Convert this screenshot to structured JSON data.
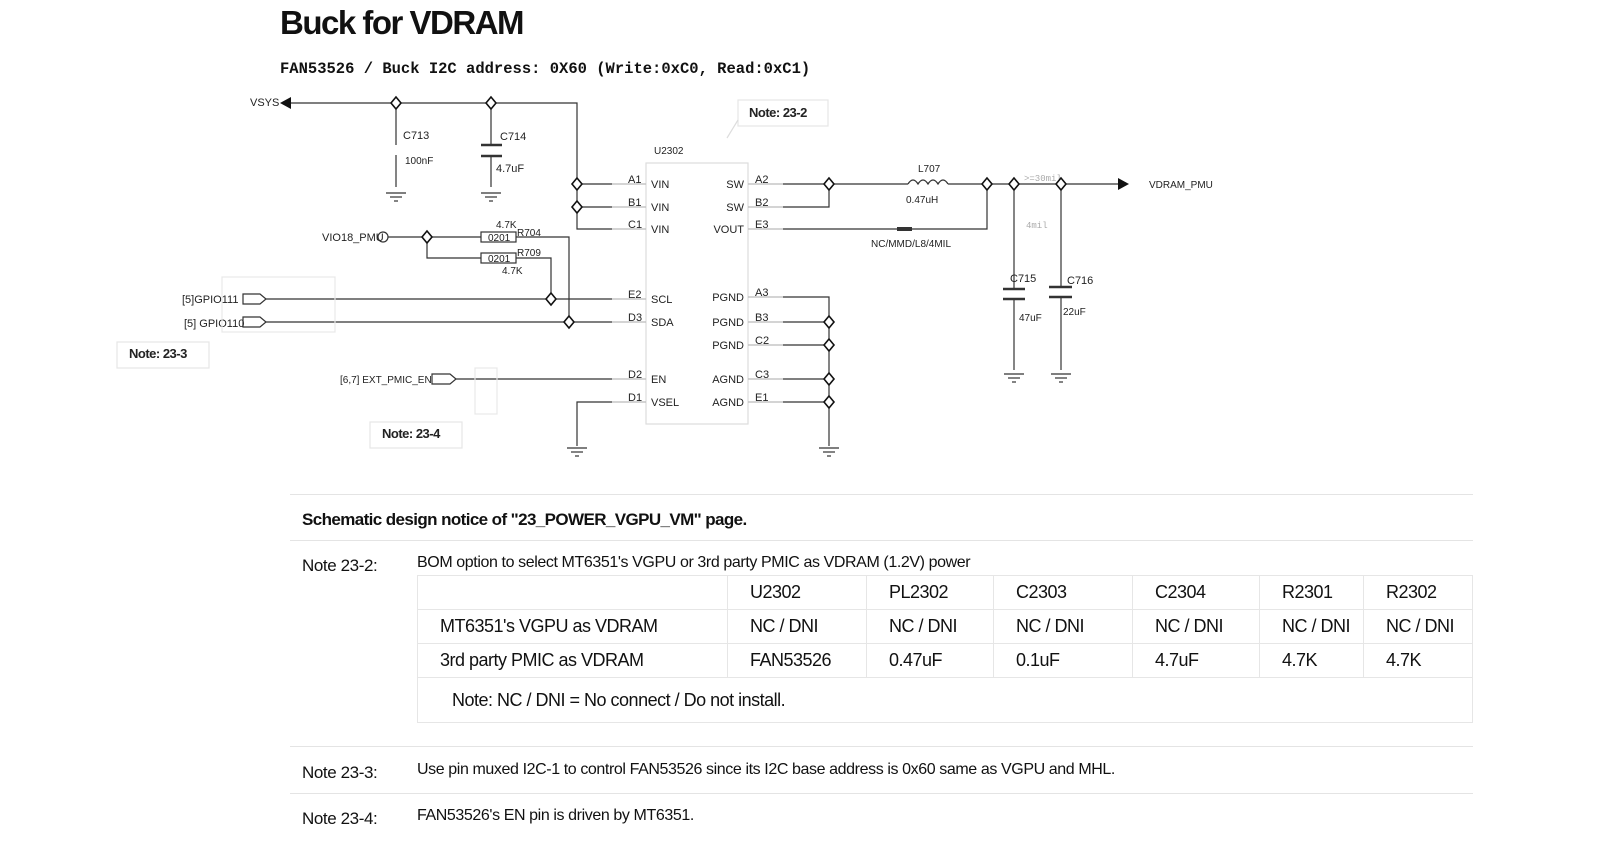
{
  "title": "Buck for VDRAM",
  "subtitle": "FAN53526 / Buck I2C address: 0X60 (Write:0xC0, Read:0xC1)",
  "schematic": {
    "nets": {
      "vsys": "VSYS",
      "vio18": "VIO18_PMU",
      "gpio111": "[5]GPIO111",
      "gpio110": "[5] GPIO110",
      "ext_pmic_en": "[6,7] EXT_PMIC_EN",
      "vdram": "VDRAM_PMU"
    },
    "c713": {
      "ref": "C713",
      "value": "100nF"
    },
    "c714": {
      "ref": "C714",
      "value": "4.7uF"
    },
    "r704": {
      "ref": "R704",
      "value": "4.7K",
      "pkg": "0201"
    },
    "r709": {
      "ref": "R709",
      "value": "4.7K",
      "pkg": "0201"
    },
    "ic": {
      "ref": "U2302",
      "left_pins": [
        {
          "num": "A1",
          "name": "VIN"
        },
        {
          "num": "B1",
          "name": "VIN"
        },
        {
          "num": "C1",
          "name": "VIN"
        },
        {
          "num": "E2",
          "name": "SCL"
        },
        {
          "num": "D3",
          "name": "SDA"
        },
        {
          "num": "D2",
          "name": "EN"
        },
        {
          "num": "D1",
          "name": "VSEL"
        }
      ],
      "right_pins": [
        {
          "num": "A2",
          "name": "SW"
        },
        {
          "num": "B2",
          "name": "SW"
        },
        {
          "num": "E3",
          "name": "VOUT"
        },
        {
          "num": "A3",
          "name": "PGND"
        },
        {
          "num": "B3",
          "name": "PGND"
        },
        {
          "num": "C2",
          "name": "PGND"
        },
        {
          "num": "C3",
          "name": "AGND"
        },
        {
          "num": "E1",
          "name": "AGND"
        }
      ]
    },
    "l707": {
      "ref": "L707",
      "value": "0.47uH"
    },
    "nc_trace": "NC/MMD/L8/4MIL",
    "trace_width": ">=30mil",
    "trace_4mil": "4mil",
    "c715": {
      "ref": "C715",
      "value": "47uF"
    },
    "c716": {
      "ref": "C716",
      "value": "22uF"
    },
    "note_tags": [
      "Note: 23-2",
      "Note: 23-3",
      "Note: 23-4"
    ]
  },
  "notice": {
    "heading": "Schematic design notice of \"23_POWER_VGPU_VM\" page.",
    "notes": [
      {
        "label": "Note 23-2:",
        "text": "BOM option to select MT6351's VGPU or 3rd party PMIC as VDRAM (1.2V) power"
      },
      {
        "label": "Note 23-3:",
        "text": "Use pin muxed I2C-1 to control FAN53526 since its I2C base address is 0x60 same as VGPU and MHL."
      },
      {
        "label": "Note 23-4:",
        "text": "FAN53526's EN pin is driven by MT6351."
      }
    ],
    "table": {
      "columns": [
        "U2302",
        "PL2302",
        "C2303",
        "C2304",
        "R2301",
        "R2302"
      ],
      "rows": [
        {
          "label": "MT6351's VGPU as VDRAM",
          "cells": [
            "NC / DNI",
            "NC / DNI",
            "NC / DNI",
            "NC / DNI",
            "NC / DNI",
            "NC / DNI"
          ]
        },
        {
          "label": "3rd party PMIC as VDRAM",
          "cells": [
            "FAN53526",
            "0.47uF",
            "0.1uF",
            "4.7uF",
            "4.7K",
            "4.7K"
          ]
        }
      ],
      "footnote": "Note: NC / DNI = No connect / Do not install."
    }
  }
}
